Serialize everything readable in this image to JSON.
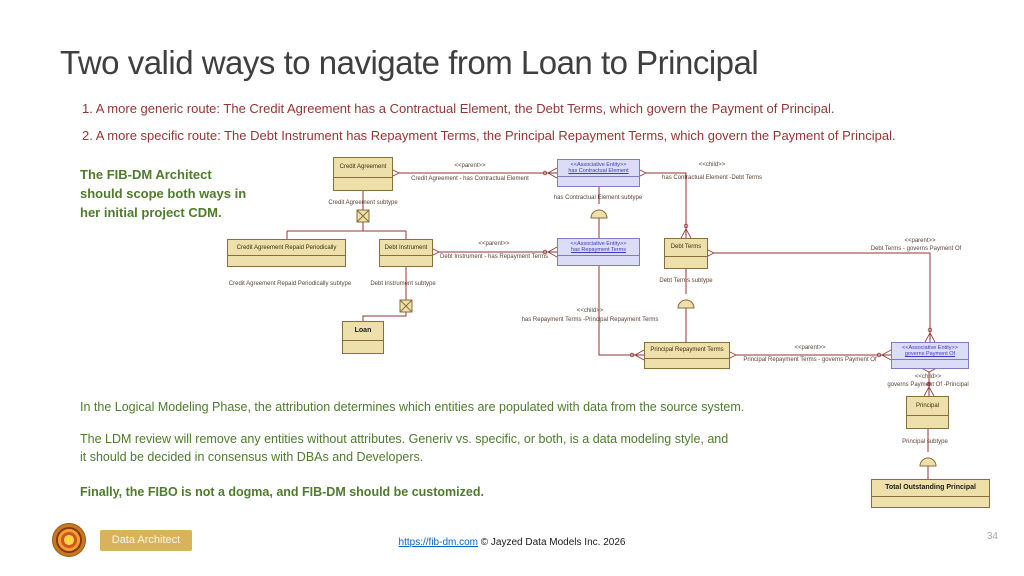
{
  "slide": {
    "title": "Two valid ways to navigate from Loan to Principal",
    "bullet1": "1. A more generic route: The Credit Agreement has a Contractual Element, the Debt Terms, which govern the Payment of Principal.",
    "bullet2": "2. A more specific route: The Debt Instrument has Repayment Terms, the Principal Repayment Terms, which govern the Payment of Principal.",
    "callout": "The FIB-DM Architect\nshould scope both ways in\nher initial project CDM.",
    "note1": "In the Logical Modeling Phase, the attribution determines which entities are populated with data from the source system.",
    "note2": "The LDM review will remove any entities without attributes. Generiv vs. specific, or both, is a data modeling style, and\nit should be decided in consensus with DBAs and Developers.",
    "note3": "Finally, the FIBO is not a dogma, and FIB-DM should be customized."
  },
  "footer": {
    "badge": "Data Architect",
    "link": "https://fib-dm.com",
    "copyright": "© Jayzed Data Models Inc. 2026",
    "page": "34"
  },
  "diagram": {
    "stereotype_associative": "<<Associative Entity>>",
    "entities": [
      {
        "name": "Credit Agreement",
        "type": "entity"
      },
      {
        "name": "has Contractual Element",
        "type": "associative"
      },
      {
        "name": "Credit Agreement Repaid Periodically",
        "type": "entity"
      },
      {
        "name": "Debt Instrument",
        "type": "entity"
      },
      {
        "name": "has Repayment Terms",
        "type": "associative"
      },
      {
        "name": "Debt Terms",
        "type": "entity"
      },
      {
        "name": "Loan",
        "type": "entity-bold"
      },
      {
        "name": "Principal Repayment Terms",
        "type": "entity"
      },
      {
        "name": "governs Payment Of",
        "type": "associative"
      },
      {
        "name": "Principal",
        "type": "entity"
      },
      {
        "name": "Total Outstanding Principal",
        "type": "entity-bold"
      }
    ],
    "labels": [
      "<<parent>>",
      "Credit Agreement - has Contractual Element",
      "<<child>>",
      "has Contractual Element -Debt Terms",
      "Credit Agreement subtype",
      "has Contractual Element subtype",
      "<<parent>>",
      "Debt Instrument - has Repayment Terms",
      "Credit Agreement Repaid Periodically subtype",
      "Debt Instrument subtype",
      "<<parent>>",
      "Debt Terms - governs Payment Of",
      "Debt Terms subtype",
      "<<child>>",
      "has Repayment Terms -Principal Repayment Terms",
      "<<parent>>",
      "Principal Repayment Terms - governs Payment Of",
      "<<child>>",
      "governs Payment Of -Principal",
      "Principal subtype"
    ]
  }
}
